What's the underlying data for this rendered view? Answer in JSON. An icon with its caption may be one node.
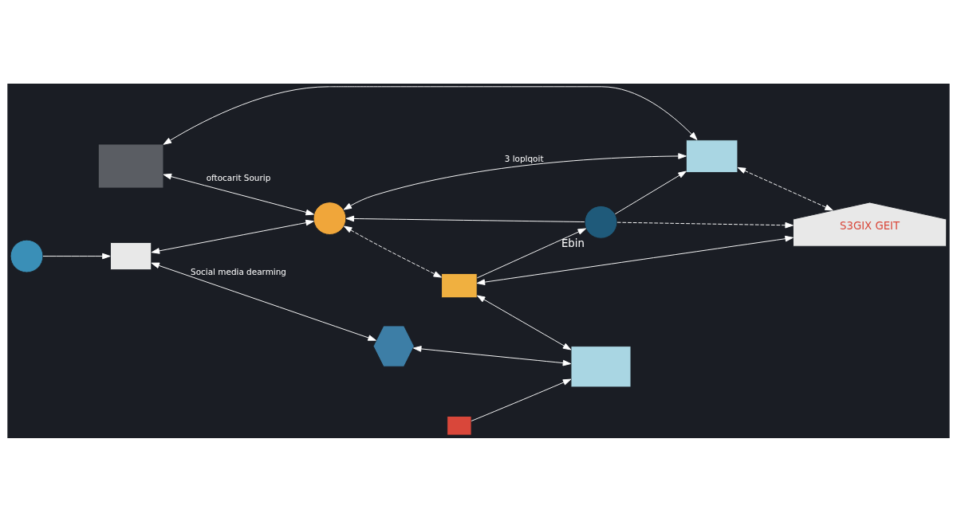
{
  "diagram": {
    "nodes": [
      {
        "text": [],
        "shape": "box"
      },
      {
        "text": [],
        "shape": "circle"
      },
      {
        "text": [],
        "shape": "box"
      },
      {
        "text": [],
        "shape": "hexagon"
      },
      {
        "text": [],
        "shape": "circle"
      },
      {
        "text": [],
        "shape": "box"
      },
      {
        "text": [],
        "shape": "circle",
        "beside": [
          "Ebin"
        ]
      },
      {
        "text": [],
        "shape": "box"
      },
      {
        "text": [],
        "shape": "box"
      },
      {
        "text": [
          "S3GIX GEIT"
        ]
      },
      {
        "text": [],
        "shape": "box"
      }
    ],
    "edges": [
      {
        "from": 1,
        "to": 2,
        "arrow": "to"
      },
      {
        "from": 0,
        "to": 4,
        "arrow": "both",
        "label": "oftocarit Sourip"
      },
      {
        "from": 0,
        "to": 8,
        "arrow": "both"
      },
      {
        "from": 2,
        "to": 4,
        "arrow": "both"
      },
      {
        "from": 2,
        "to": 3,
        "arrow": "both",
        "label": "Social media dearming"
      },
      {
        "from": 3,
        "to": 7,
        "arrow": "both"
      },
      {
        "from": 4,
        "to": 5,
        "arrow": "both",
        "style": "dashed"
      },
      {
        "from": 5,
        "to": 7,
        "arrow": "both"
      },
      {
        "from": 5,
        "to": 6,
        "arrow": "to"
      },
      {
        "from": 6,
        "to": 4,
        "arrow": "to"
      },
      {
        "from": 4,
        "to": 8,
        "arrow": "both",
        "label": "3 loplqoit"
      },
      {
        "from": 6,
        "to": 8,
        "arrow": "to"
      },
      {
        "from": 6,
        "to": 9,
        "arrow": "to",
        "style": "dashed"
      },
      {
        "from": 5,
        "to": 9,
        "arrow": "both"
      },
      {
        "from": 8,
        "to": 9,
        "arrow": "both",
        "style": "dashed"
      },
      {
        "from": 10,
        "to": 7,
        "arrow": "to"
      }
    ]
  }
}
